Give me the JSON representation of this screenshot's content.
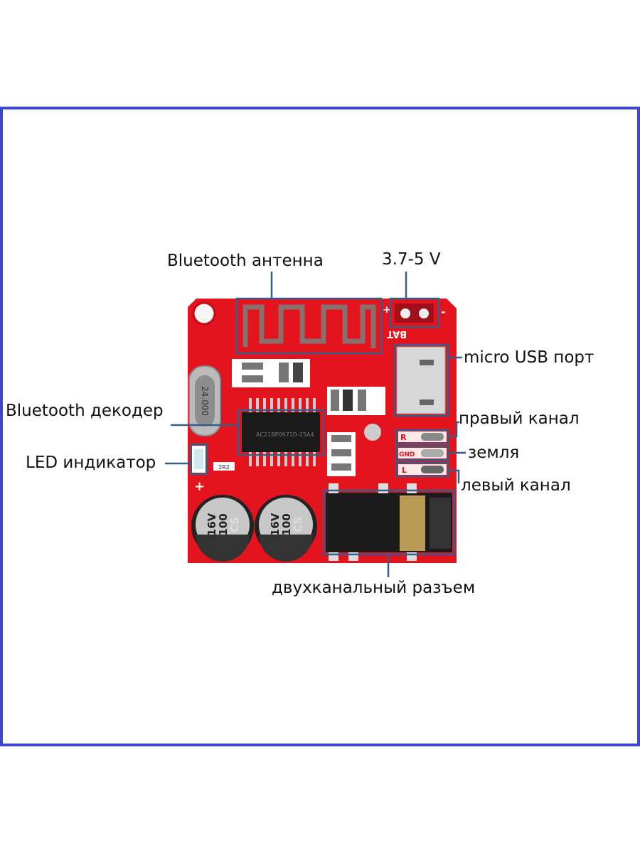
{
  "labels": {
    "antenna": "Bluetooth антенна",
    "power": "3.7-5 V",
    "usb": "micro USB порт",
    "decoder": "Bluetooth декодер",
    "led": "LED индикатор",
    "right": "правый канал",
    "ground": "земля",
    "left": "левый канал",
    "jack": "двухканальный разъем"
  },
  "board_markings": {
    "bat": "BAT",
    "plus": "+",
    "minus": "-",
    "r": "R",
    "gnd": "GND",
    "l": "L",
    "crystal": "24.000",
    "cap_brand": "CS",
    "cap_value": "100",
    "cap_voltage": "16V",
    "chip": "AC21BP0971D-25A4",
    "resistor": "2R2"
  },
  "colors": {
    "frame": "#3d47c7",
    "board": "#e3141d",
    "callout": "#3a5a8a"
  }
}
